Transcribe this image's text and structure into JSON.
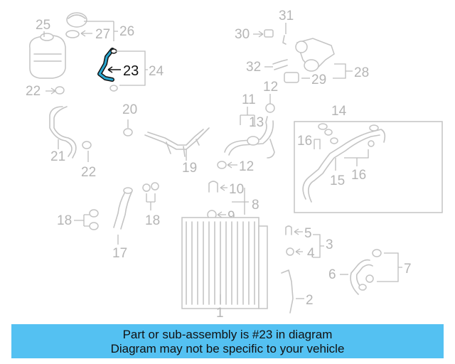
{
  "labels": {
    "l1": "1",
    "l2": "2",
    "l3": "3",
    "l4": "4",
    "l5": "5",
    "l6": "6",
    "l7": "7",
    "l8": "8",
    "l9": "9",
    "l10": "10",
    "l11": "11",
    "l12a": "12",
    "l12b": "12",
    "l13": "13",
    "l14": "14",
    "l15": "15",
    "l16a": "16",
    "l16b": "16",
    "l17": "17",
    "l18a": "18",
    "l18b": "18",
    "l19": "19",
    "l20": "20",
    "l21": "21",
    "l22a": "22",
    "l22b": "22",
    "l23": "23",
    "l24": "24",
    "l25": "25",
    "l26": "26",
    "l27": "27",
    "l28": "28",
    "l29": "29",
    "l30": "30",
    "l31": "31",
    "l32": "32"
  },
  "highlight_color": "#2aa6cf",
  "banner": {
    "line1": "Part or sub-assembly is #23 in diagram",
    "line2": "Diagram may not be specific to your vehicle",
    "background": "#54c1f2"
  }
}
